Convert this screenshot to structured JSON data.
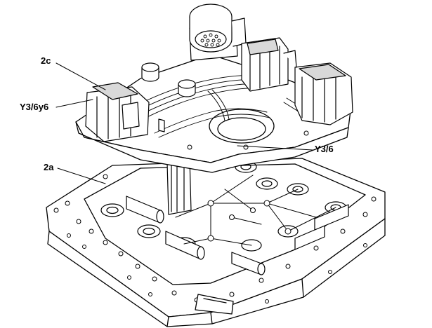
{
  "callouts": {
    "c2c": "2c",
    "y36y6": "Y3/6y6",
    "c2a": "2a",
    "y36": "Y3/6"
  },
  "colors": {
    "line": "#000000",
    "fill": "#ffffff",
    "shade": "#d9d9d9"
  }
}
